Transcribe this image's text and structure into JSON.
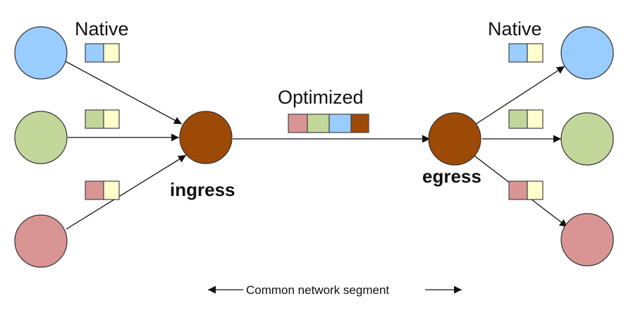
{
  "labels": {
    "native_left": "Native",
    "native_right": "Native",
    "optimized": "Optimized",
    "ingress": "ingress",
    "egress": "egress",
    "footer": "Common network segment"
  },
  "colors": {
    "blue": "#99CCFF",
    "green": "#C4D79B",
    "red": "#D99594",
    "yellow": "#FFFFCC",
    "brown": "#9C4A06",
    "line": "#111111"
  },
  "nodes": {
    "left_sources": [
      "blue",
      "green",
      "red"
    ],
    "right_destinations": [
      "blue",
      "green",
      "red"
    ],
    "ingress_color": "brown",
    "egress_color": "brown"
  },
  "packets": {
    "native_payload": "yellow",
    "optimized_sequence": [
      "red",
      "green",
      "blue",
      "brown"
    ]
  }
}
